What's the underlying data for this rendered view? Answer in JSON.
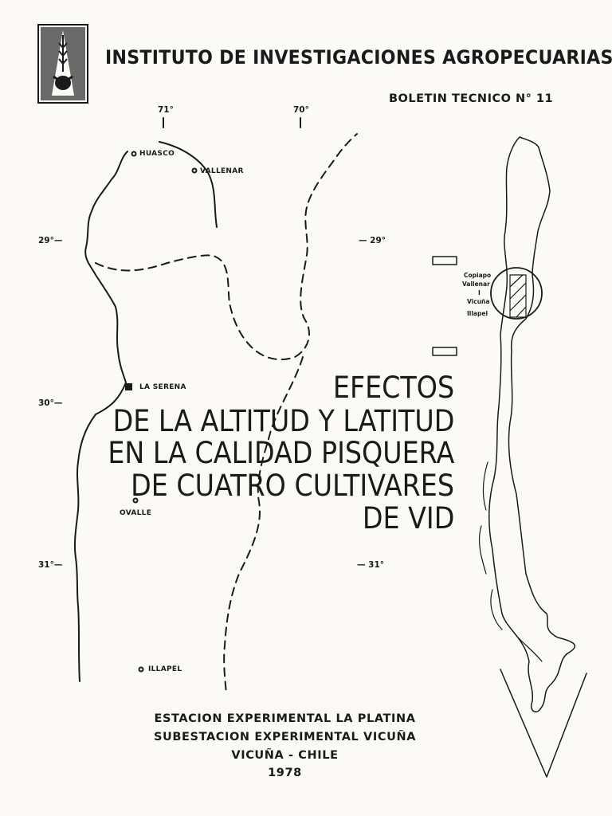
{
  "header": {
    "institute": "INSTITUTO DE INVESTIGACIONES AGROPECUARIAS",
    "bulletin": "BOLETIN TECNICO N° 11"
  },
  "map": {
    "longitudes": [
      "71°",
      "70°"
    ],
    "latitudes_left": [
      "29°—",
      "30°—",
      "31°—"
    ],
    "latitudes_right": [
      "— 29°",
      "— 31°"
    ],
    "places": {
      "huasco": "HUASCO",
      "vallenar": "VALLENAR",
      "la_serena": "LA SERENA",
      "ovalle": "OVALLE",
      "illapel": "ILLAPEL"
    }
  },
  "title": {
    "line1": "EFECTOS",
    "line2": "DE LA ALTITUD Y LATITUD",
    "line3": "EN LA CALIDAD PISQUERA",
    "line4": "DE CUATRO CULTIVARES",
    "line5": "DE VID"
  },
  "inset": {
    "l1": "Copiapo",
    "l2": "Vallenar",
    "l3": "I",
    "l4": "Vicuña",
    "l5": "Illapel"
  },
  "footer": {
    "line1": "ESTACION EXPERIMENTAL LA PLATINA",
    "line2": "SUBESTACION EXPERIMENTAL VICUÑA",
    "line3": "VICUÑA - CHILE",
    "line4": "1978"
  }
}
